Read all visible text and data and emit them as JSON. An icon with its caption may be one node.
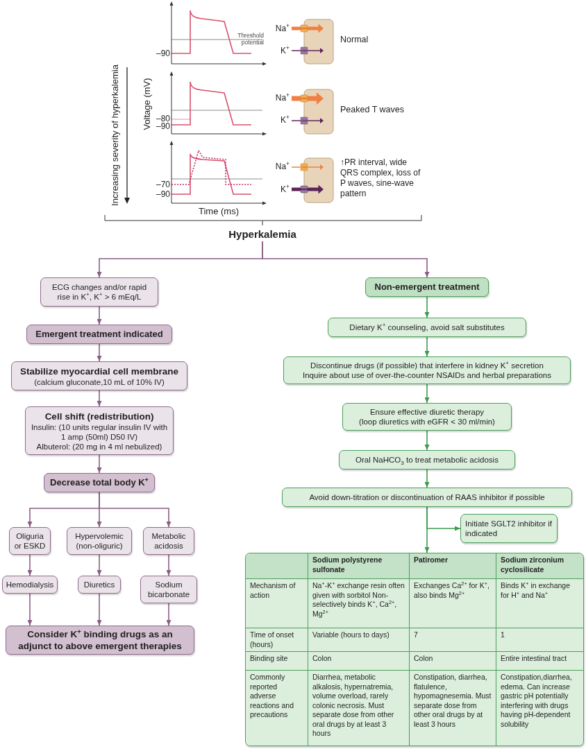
{
  "diagram": {
    "nodes": [
      {
        "text": [
          "Hyperkalemia"
        ]
      },
      {
        "text": [
          "ECG changes and/or rapid rise in K$^{+}$, K$^{+}$ > 6 mEq/L"
        ]
      },
      {
        "text": [
          "Emergent treatment indicated"
        ]
      },
      {
        "text": [
          "Stabilize myocardial cell membrane",
          "(calcium gluconate,10 mL of 10% IV)"
        ]
      },
      {
        "text": [
          "Cell shift (redistribution)",
          "Insulin: (10 units regular insulin IV with 1 amp (50ml) D50 IV)",
          "Albuterol: (20 mg in 4 ml nebulized)"
        ]
      },
      {
        "text": [
          "Decrease total body K$^{+}$"
        ]
      },
      {
        "text": [
          "Oliguria or ESKD"
        ]
      },
      {
        "text": [
          "Hypervolemic (non-oliguric)"
        ]
      },
      {
        "text": [
          "Metabolic acidosis"
        ]
      },
      {
        "text": [
          "Hemodialysis"
        ]
      },
      {
        "text": [
          "Diuretics"
        ]
      },
      {
        "text": [
          "Sodium bicarbonate"
        ]
      },
      {
        "text": [
          "Consider K$^{+}$ binding drugs as an adjunct to above emergent therapies"
        ]
      },
      {
        "text": [
          "Non-emergent treatment"
        ]
      },
      {
        "text": [
          "Dietary K$^{+}$ counseling, avoid salt substitutes"
        ]
      },
      {
        "text": [
          "Discontinue drugs (if possible) that interfere in kidney K$^{+}$ secretion",
          "Inquire about use of over-the-counter NSAIDs and herbal preparations"
        ]
      },
      {
        "text": [
          "Ensure effective diuretic therapy",
          "(loop diuretics with eGFR < 30 ml/min)"
        ]
      },
      {
        "text": [
          "Oral NaHCO$_{3}$ to treat metabolic acidosis"
        ]
      },
      {
        "text": [
          "Avoid down-titration or discontinuation of RAAS inhibitor if possible"
        ]
      },
      {
        "text": [
          "Initiate SGLT2 inhibitor if indicated"
        ]
      },
      {
        "text": [],
        "shape": "box"
      }
    ],
    "edges": [
      {
        "from": 0,
        "to": 1,
        "arrow": "to"
      },
      {
        "from": 0,
        "to": 13,
        "arrow": "to"
      },
      {
        "from": 1,
        "to": 2,
        "arrow": "to"
      },
      {
        "from": 2,
        "to": 3,
        "arrow": "to"
      },
      {
        "from": 3,
        "to": 4,
        "arrow": "to"
      },
      {
        "from": 4,
        "to": 5,
        "arrow": "to"
      },
      {
        "from": 5,
        "to": 6,
        "arrow": "to"
      },
      {
        "from": 5,
        "to": 7,
        "arrow": "to"
      },
      {
        "from": 5,
        "to": 8,
        "arrow": "to"
      },
      {
        "from": 6,
        "to": 9,
        "arrow": "to"
      },
      {
        "from": 7,
        "to": 10,
        "arrow": "to"
      },
      {
        "from": 8,
        "to": 11,
        "arrow": "to"
      },
      {
        "from": 9,
        "to": 12,
        "arrow": "to"
      },
      {
        "from": 10,
        "to": 12,
        "arrow": "to"
      },
      {
        "from": 11,
        "to": 12,
        "arrow": "to"
      },
      {
        "from": 13,
        "to": 14,
        "arrow": "to",
        "color": "#3f9b4f"
      },
      {
        "from": 14,
        "to": 15,
        "arrow": "to",
        "color": "#3f9b4f"
      },
      {
        "from": 15,
        "to": 16,
        "arrow": "to",
        "color": "#3f9b4f"
      },
      {
        "from": 16,
        "to": 17,
        "arrow": "to",
        "color": "#3f9b4f"
      },
      {
        "from": 17,
        "to": 18,
        "arrow": "to",
        "color": "#3f9b4f"
      },
      {
        "from": 18,
        "to": 19,
        "arrow": "to",
        "color": "#3f9b4f"
      },
      {
        "from": 18,
        "to": 20,
        "arrow": "to",
        "color": "#3f9b4f"
      }
    ],
    "labels": [
      "Threshold potential",
      "–90",
      "Na$^{+}$",
      "K$^{+}$",
      "Normal",
      "Voltage (mV)",
      "Increasing severity of hyperkalemia",
      "–80",
      "–90",
      "Na$^{+}$",
      "K$^{+}$",
      "Peaked T waves",
      "–70",
      "–90",
      "Na$^{+}$",
      "K$^{+}$",
      "↑PR interval, wide QRS complex, loss of P waves, sine-wave pattern",
      "Time (ms)",
      "Sodium polystyrene sulfonate",
      "Patiromer",
      "Sodium zirconium cyclosilicate",
      "Mechanism of action",
      "Na$^{+}$-K$^{+}$ exchange resin often given with sorbitol Non-selectively binds K$^{+}$, Ca$^{2+}$, Mg$^{2+}$",
      "Exchanges Ca$^{2+}$ for K$^{+}$, also binds Mg$^{2+}$",
      "Binds K$^{+}$ in exchange for H$^{+}$ and Na$^{+}$",
      "Time of onset (hours)",
      "Variable (hours to days)",
      "7",
      "1",
      "Binding site",
      "Colon",
      "Colon",
      "Entire intestinal tract",
      "Commonly reported adverse reactions and precautions",
      "Diarrhea, metabolic alkalosis, hypernatremia, volume overload, rarely colonic necrosis. Must separate dose from other oral drugs by at least 3 hours",
      "Constipation, diarrhea, flatulence, hypomagnesemia. Must separate dose from other oral drugs by at least 3 hours",
      "Constipation,diarrhea, edema. Can increase gastric pH potentially interfering with drugs having pH-dependent solubility"
    ]
  }
}
